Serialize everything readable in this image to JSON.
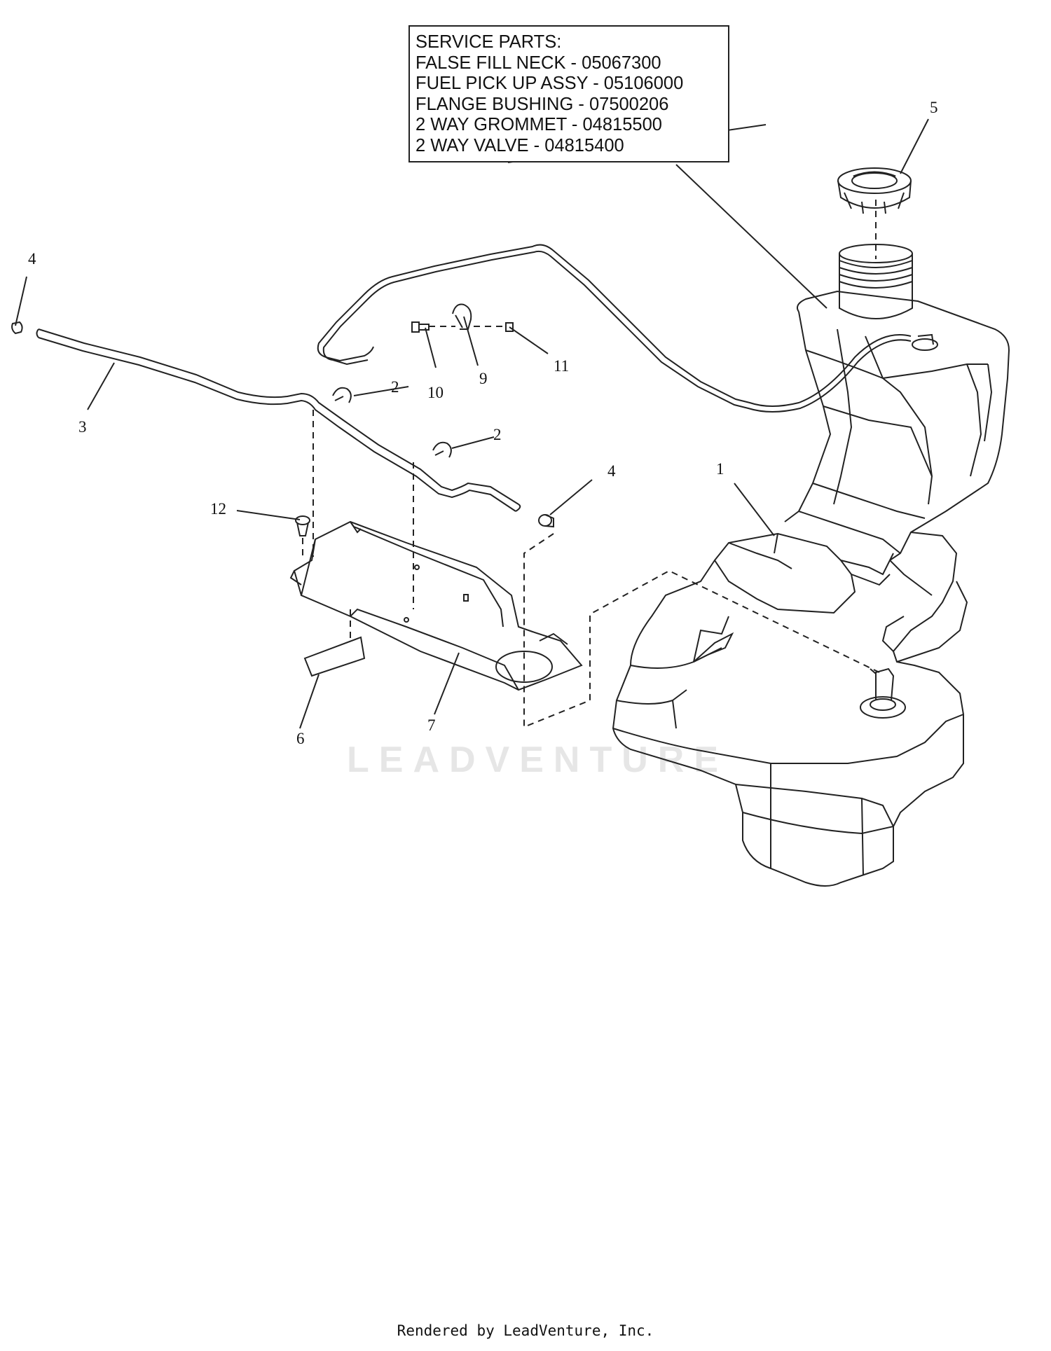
{
  "service_parts": {
    "heading": "SERVICE PARTS:",
    "items": [
      "FALSE FILL NECK - 05067300",
      "FUEL PICK UP ASSY - 05106000",
      "FLANGE BUSHING - 07500206",
      "2 WAY GROMMET - 04815500",
      "2 WAY VALVE - 04815400"
    ]
  },
  "callouts": {
    "c1": "1",
    "c2a": "2",
    "c2b": "2",
    "c3": "3",
    "c4a": "4",
    "c4b": "4",
    "c5": "5",
    "c6": "6",
    "c7": "7",
    "c9": "9",
    "c10": "10",
    "c11": "11",
    "c12": "12"
  },
  "watermark": "LEADVENTURE",
  "footer": "Rendered by LeadVenture, Inc."
}
